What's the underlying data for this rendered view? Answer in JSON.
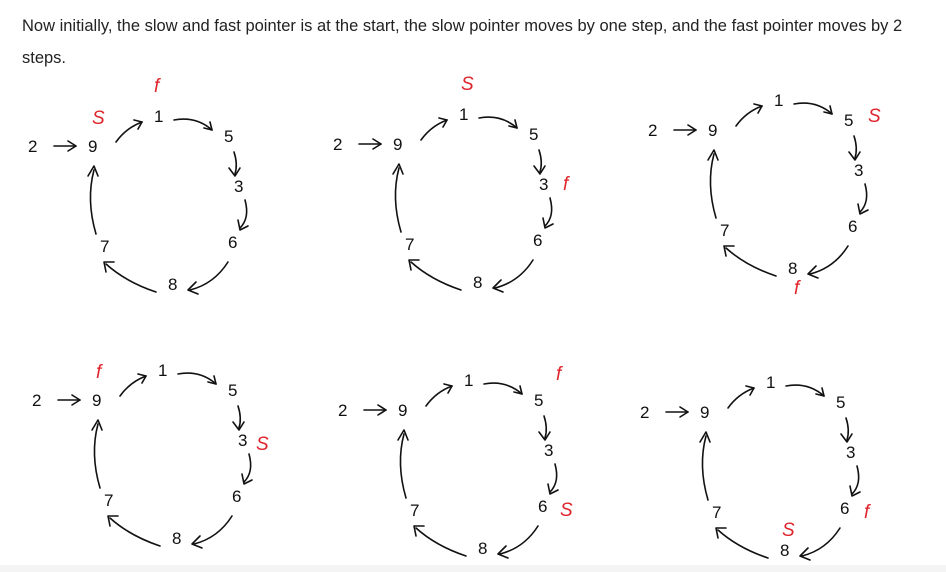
{
  "caption": "Now initially, the slow and fast pointer is at the start, the slow pointer moves by one step, and the fast pointer moves by 2 steps.",
  "colors": {
    "text": "#111111",
    "pointer": "#e0242c",
    "background": "#ffffff"
  },
  "list": {
    "entry": "2",
    "cycle": [
      "9",
      "1",
      "5",
      "3",
      "6",
      "8",
      "7"
    ]
  },
  "pointers": {
    "slow": "S",
    "fast": "f"
  },
  "frames": [
    {
      "slow_at": "9",
      "fast_at": "1"
    },
    {
      "slow_at": "1",
      "fast_at": "3"
    },
    {
      "slow_at": "5",
      "fast_at": "8"
    },
    {
      "slow_at": "3",
      "fast_at": "9"
    },
    {
      "slow_at": "6",
      "fast_at": "5"
    },
    {
      "slow_at": "8",
      "fast_at": "6"
    }
  ]
}
